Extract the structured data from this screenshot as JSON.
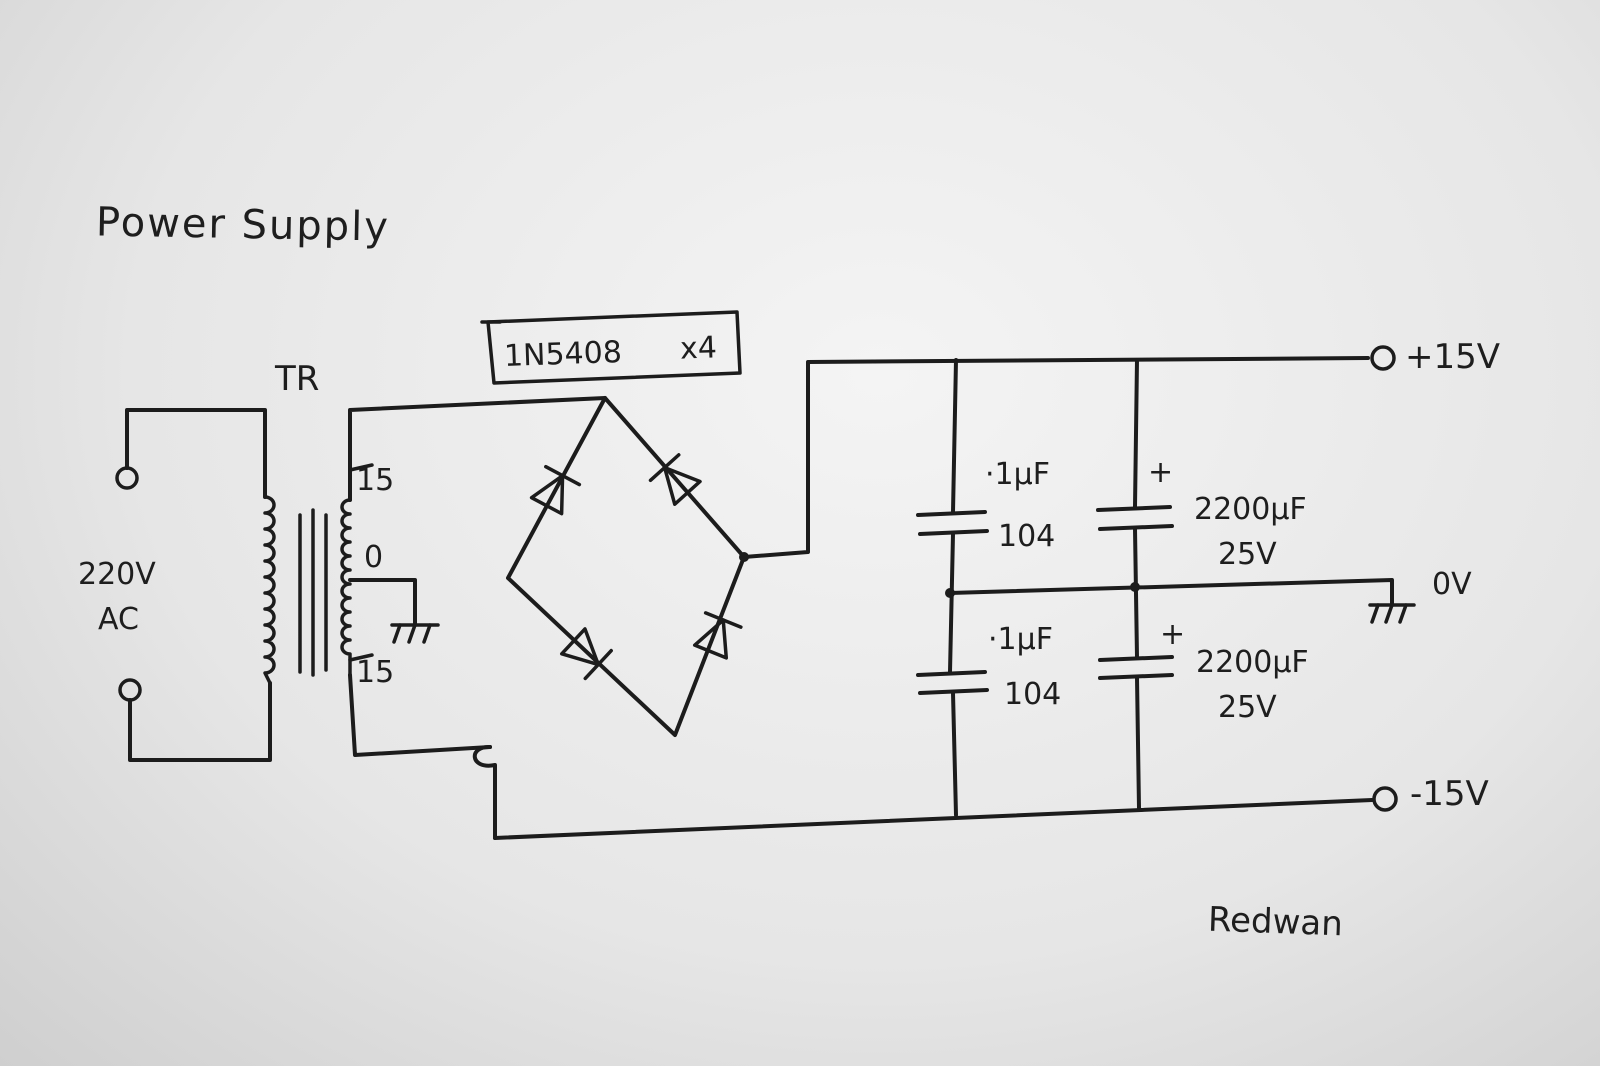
{
  "title": "Power Supply",
  "transformer": {
    "label": "TR",
    "secondary_top": "15",
    "center_tap": "0",
    "secondary_bottom": "15"
  },
  "input": {
    "voltage": "220V",
    "type": "AC"
  },
  "rectifier": {
    "part": "1N5408",
    "count": "x4"
  },
  "caps_top": {
    "ceramic_value": "·1μF",
    "ceramic_code": "104",
    "polarity": "+",
    "electrolytic_value": "2200μF",
    "electrolytic_voltage": "25V"
  },
  "caps_bottom": {
    "ceramic_value": "·1μF",
    "ceramic_code": "104",
    "polarity": "+",
    "electrolytic_value": "2200μF",
    "electrolytic_voltage": "25V"
  },
  "outputs": {
    "positive": "+15V",
    "ground": "0V",
    "negative": "-15V"
  },
  "author": "Redwan"
}
